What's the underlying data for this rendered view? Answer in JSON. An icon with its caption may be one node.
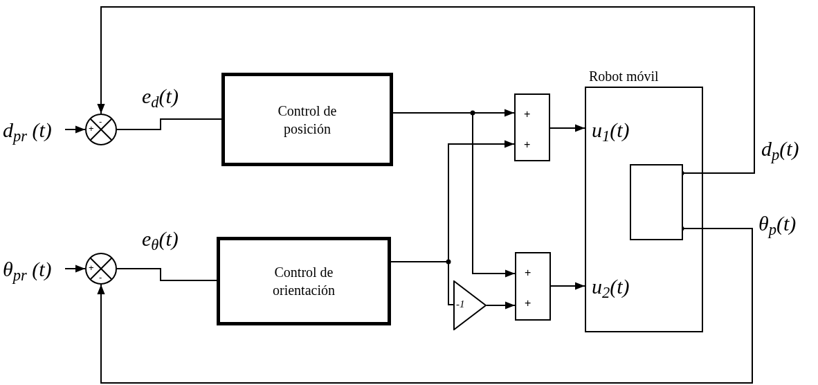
{
  "diagram": {
    "nodes": [
      {
        "text": [
          "d$_{p}$$_{r}$ (t)"
        ]
      },
      {
        "text": [
          "+",
          "-"
        ]
      },
      {
        "text": [
          "Control de posición"
        ]
      },
      {
        "text": [
          "θ$_{p}$$_{r}$ (t)"
        ]
      },
      {
        "text": [
          "+",
          "-"
        ]
      },
      {
        "text": [
          "Control de orientación"
        ]
      },
      {
        "text": [
          "+",
          "+"
        ]
      },
      {
        "text": [
          "+",
          "+"
        ]
      },
      {
        "text": [
          "-1"
        ]
      },
      {
        "text": [
          "Robot móvil",
          "u$_{1}$(t)",
          "u$_{2}$(t)"
        ]
      },
      {
        "text": [],
        "shape": "box",
        "in": 9
      }
    ],
    "edges": [
      {
        "from": 0,
        "to": 1,
        "arrow": "to"
      },
      {
        "from": 1,
        "to": 2,
        "arrow": "none",
        "label": "e$_{d}$(t)"
      },
      {
        "from": 3,
        "to": 4,
        "arrow": "to"
      },
      {
        "from": 4,
        "to": 5,
        "arrow": "none",
        "label": "e$_{θ}$(t)"
      },
      {
        "from": 2,
        "to": 6,
        "arrow": "to"
      },
      {
        "from": 2,
        "to": 7,
        "arrow": "to"
      },
      {
        "from": 5,
        "to": 6,
        "arrow": "to"
      },
      {
        "from": 5,
        "to": 8,
        "arrow": "none"
      },
      {
        "from": 8,
        "to": 7,
        "arrow": "to"
      },
      {
        "from": 6,
        "to": 9,
        "arrow": "to"
      },
      {
        "from": 7,
        "to": 9,
        "arrow": "to"
      },
      {
        "from": 10,
        "to": 1,
        "arrow": "to",
        "label": "d$_{p}$(t)"
      },
      {
        "from": 10,
        "to": 4,
        "arrow": "to",
        "label": "θ$_{p}$(t)"
      }
    ]
  }
}
